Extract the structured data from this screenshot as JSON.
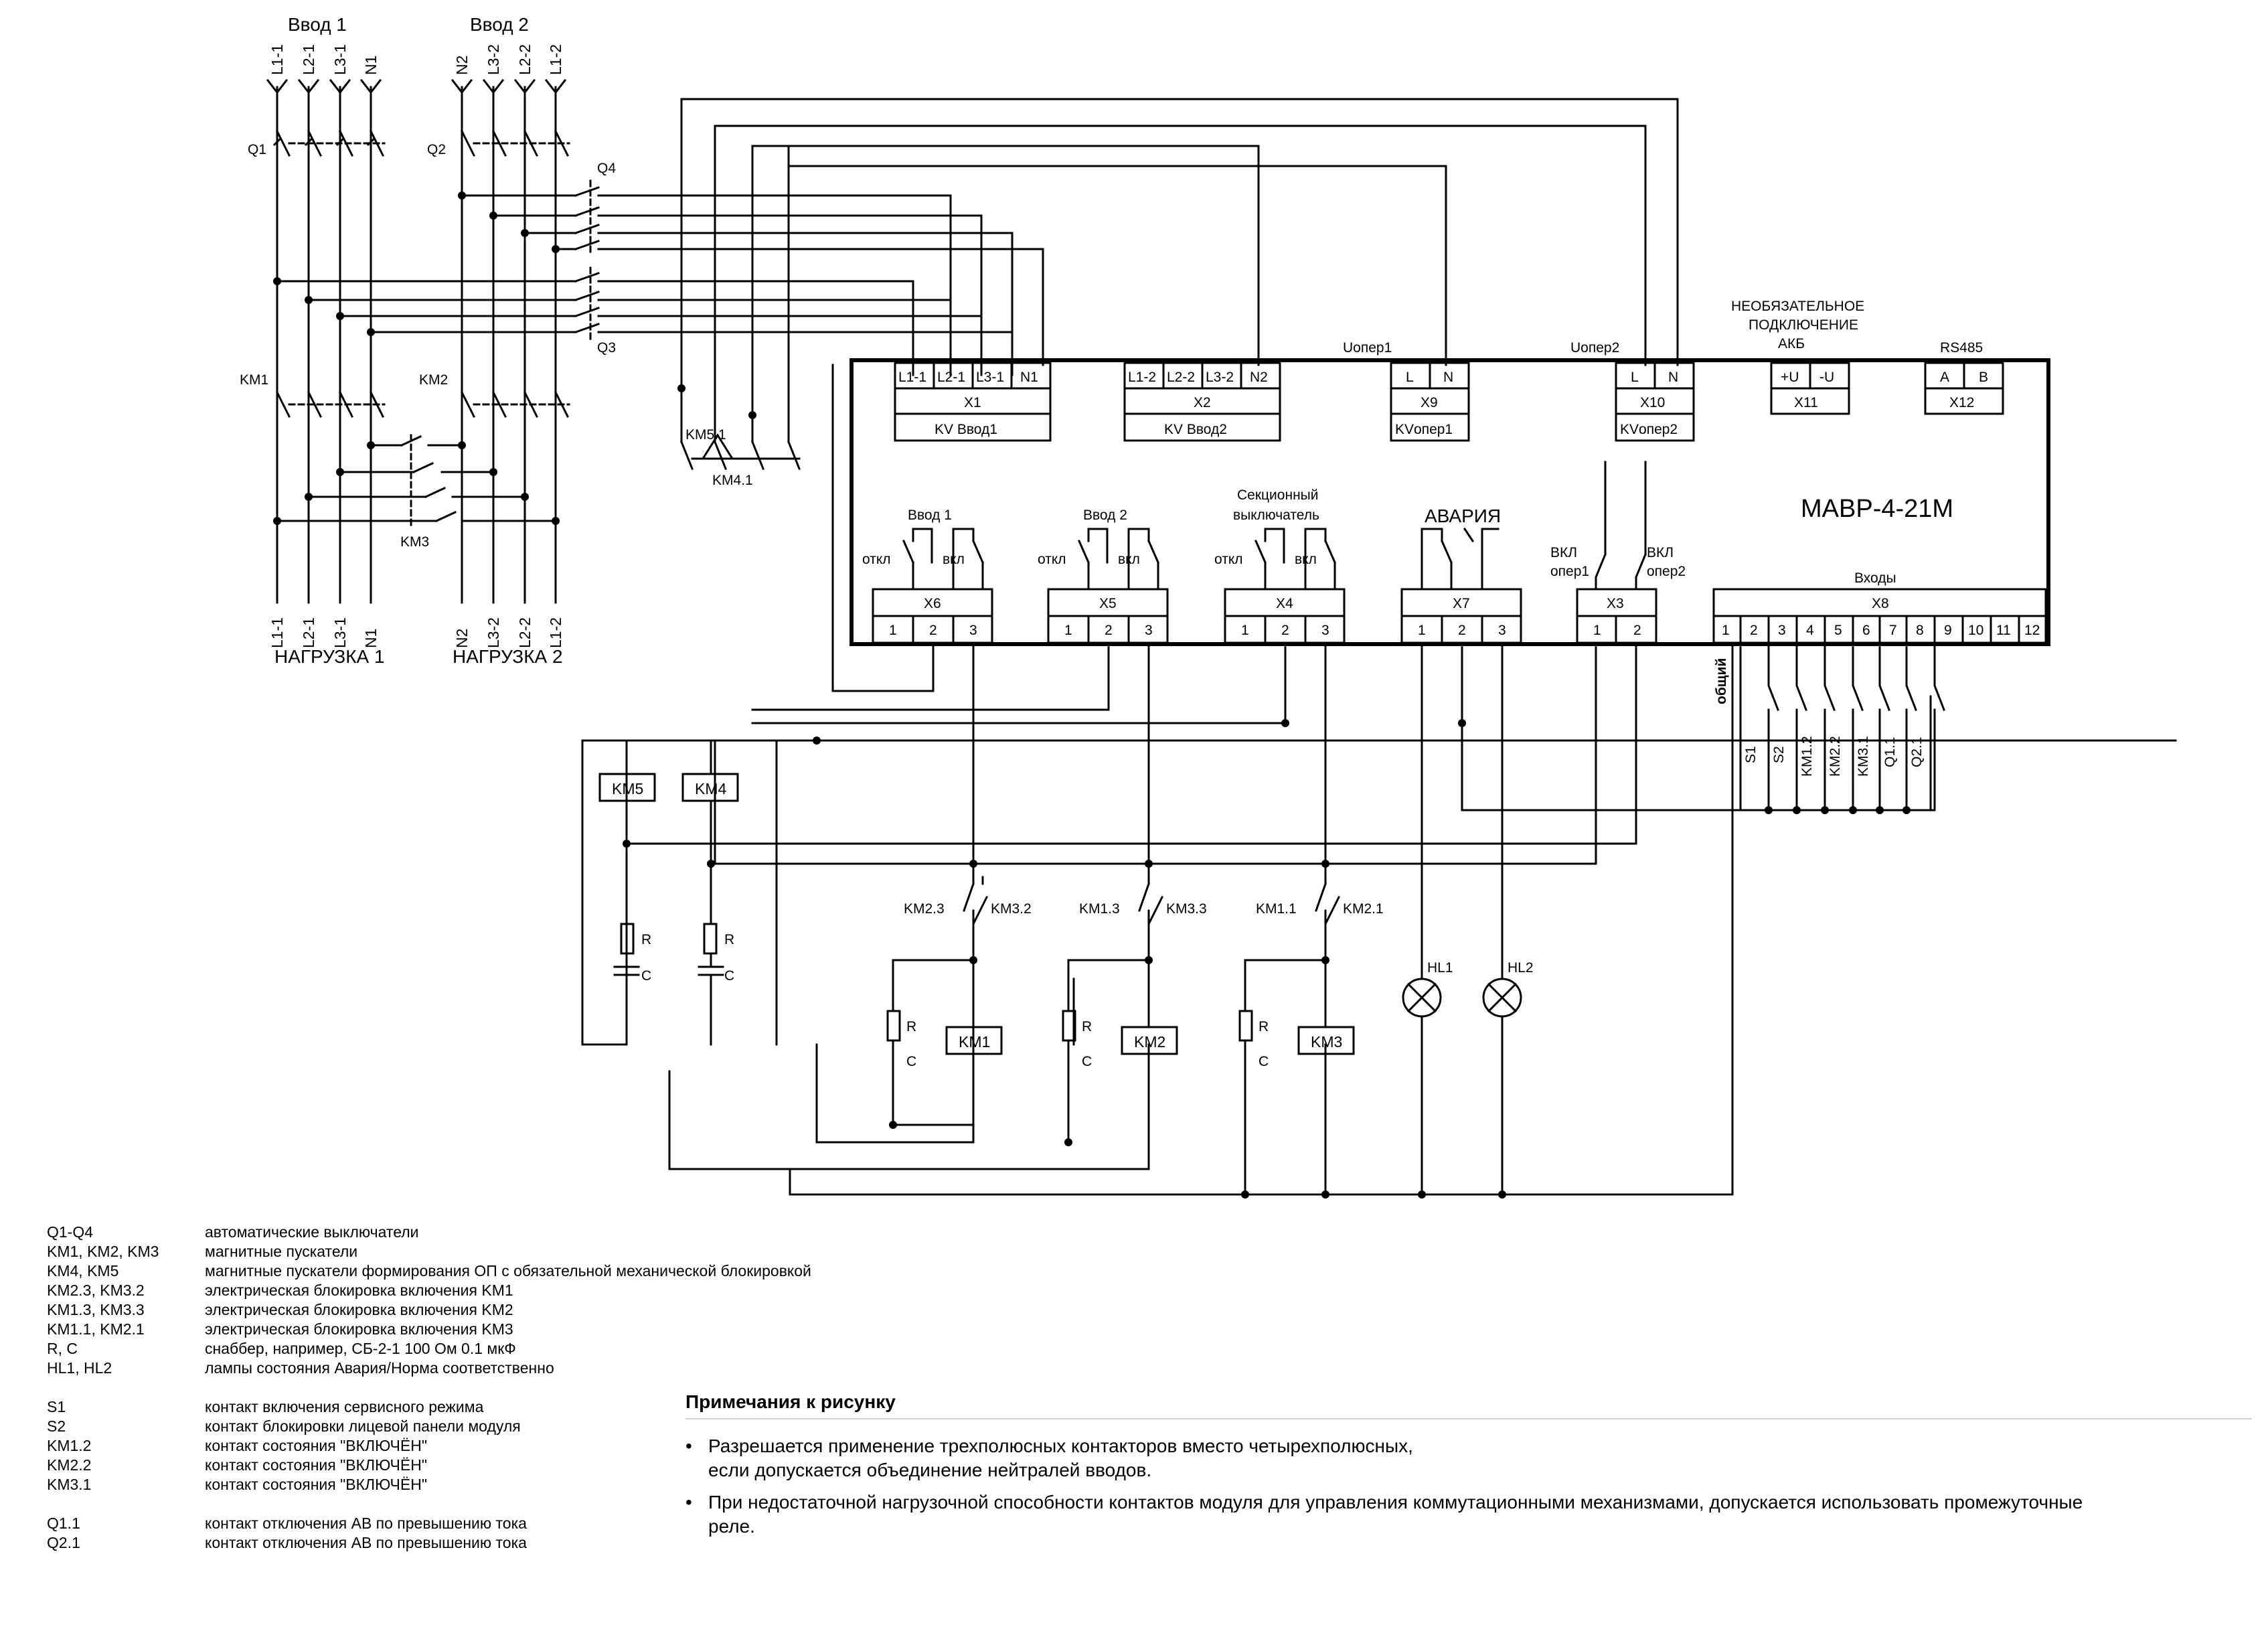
{
  "inputs": {
    "vvod1_title": "Ввод 1",
    "vvod2_title": "Ввод 2",
    "vvod1_lines": [
      "L1-1",
      "L2-1",
      "L3-1",
      "N1"
    ],
    "vvod2_lines": [
      "N2",
      "L3-2",
      "L2-2",
      "L1-2"
    ]
  },
  "loads": {
    "load1_lines": [
      "L1-1",
      "L2-1",
      "L3-1",
      "N1"
    ],
    "load2_lines": [
      "N2",
      "L3-2",
      "L2-2",
      "L1-2"
    ],
    "load1_title": "НАГРУЗКА 1",
    "load2_title": "НАГРУЗКА 2"
  },
  "devices": {
    "q1": "Q1",
    "q2": "Q2",
    "q3": "Q3",
    "q4": "Q4",
    "km1": "KM1",
    "km2": "KM2",
    "km3": "KM3",
    "km4": "KM4",
    "km5": "KM5",
    "km5_1": "KM5.1",
    "km4_1": "KM4.1",
    "r": "R",
    "c": "C",
    "hl1": "HL1",
    "hl2": "HL2"
  },
  "module": {
    "title": "МАВР-4-21М",
    "uoper1": "Uопер1",
    "uoper2": "Uопер2",
    "akb_note": [
      "НЕОБЯЗАТЕЛЬНОЕ",
      "ПОДКЛЮЧЕНИЕ",
      "АКБ"
    ],
    "rs485": "RS485",
    "x1": {
      "pins": [
        "L1-1",
        "L2-1",
        "L3-1",
        "N1"
      ],
      "name": "X1",
      "label": "KV Ввод1"
    },
    "x2": {
      "pins": [
        "L1-2",
        "L2-2",
        "L3-2",
        "N2"
      ],
      "name": "X2",
      "label": "KV Ввод2"
    },
    "x9": {
      "pins": [
        "L",
        "N"
      ],
      "name": "X9",
      "label": "KVопер1"
    },
    "x10": {
      "pins": [
        "L",
        "N"
      ],
      "name": "X10",
      "label": "KVопер2"
    },
    "x11": {
      "pins": [
        "+U",
        "-U"
      ],
      "name": "X11"
    },
    "x12": {
      "pins": [
        "A",
        "B"
      ],
      "name": "X12"
    },
    "x6": {
      "name": "X6",
      "title": "Ввод 1",
      "off": "откл",
      "on": "вкл",
      "pins": [
        "1",
        "2",
        "3"
      ]
    },
    "x5": {
      "name": "X5",
      "title": "Ввод 2",
      "off": "откл",
      "on": "вкл",
      "pins": [
        "1",
        "2",
        "3"
      ]
    },
    "x4": {
      "name": "X4",
      "title_lines": [
        "Секционный",
        "выключатель"
      ],
      "off": "откл",
      "on": "вкл",
      "pins": [
        "1",
        "2",
        "3"
      ]
    },
    "x7": {
      "name": "X7",
      "title": "АВАРИЯ",
      "pins": [
        "1",
        "2",
        "3"
      ]
    },
    "x3": {
      "name": "X3",
      "left_lines": [
        "ВКЛ",
        "опер1"
      ],
      "right_lines": [
        "ВКЛ",
        "опер2"
      ],
      "pins": [
        "1",
        "2"
      ]
    },
    "x8": {
      "name": "X8",
      "title": "Входы",
      "pins": [
        "1",
        "2",
        "3",
        "4",
        "5",
        "6",
        "7",
        "8",
        "9",
        "10",
        "11",
        "12"
      ]
    },
    "x8_common": "общий",
    "x8_contacts": [
      "S1",
      "S2",
      "KM1.2",
      "KM2.2",
      "KM3.1",
      "Q1.1",
      "Q2.1"
    ]
  },
  "interlocks": {
    "pair1": [
      "KM2.3",
      "KM3.2"
    ],
    "pair2": [
      "KM1.3",
      "KM3.3"
    ],
    "pair3": [
      "KM1.1",
      "KM2.1"
    ],
    "coils": [
      "KM1",
      "KM2",
      "KM3"
    ]
  },
  "legend": [
    {
      "code": "Q1-Q4",
      "desc": "автоматические выключатели"
    },
    {
      "code": "KM1, KM2, KM3",
      "desc": "магнитные пускатели"
    },
    {
      "code": "KM4, KM5",
      "desc": "магнитные пускатели формирования ОП с обязательной механической блокировкой"
    },
    {
      "code": "KM2.3, KM3.2",
      "desc": "электрическая блокировка включения KM1"
    },
    {
      "code": "KM1.3, KM3.3",
      "desc": "электрическая блокировка включения KM2"
    },
    {
      "code": "KM1.1, KM2.1",
      "desc": "электрическая блокировка включения KM3"
    },
    {
      "code": "R, C",
      "desc": "снаббер, например, СБ-2-1 100 Ом 0.1 мкФ"
    },
    {
      "code": "HL1, HL2",
      "desc": "лампы состояния Авария/Норма соответственно"
    },
    {
      "gap": true
    },
    {
      "code": "S1",
      "desc": "контакт включения сервисного режима"
    },
    {
      "code": "S2",
      "desc": "контакт блокировки лицевой панели модуля"
    },
    {
      "code": "KM1.2",
      "desc": "контакт состояния \"ВКЛЮЧЁН\""
    },
    {
      "code": "KM2.2",
      "desc": "контакт состояния \"ВКЛЮЧЁН\""
    },
    {
      "code": "KM3.1",
      "desc": "контакт состояния \"ВКЛЮЧЁН\""
    },
    {
      "gap": true
    },
    {
      "code": "Q1.1",
      "desc": "контакт отключения АВ по превышению тока"
    },
    {
      "code": "Q2.1",
      "desc": "контакт отключения АВ по превышению тока"
    }
  ],
  "notes": {
    "title": "Примечания к рисунку",
    "items": [
      [
        "Разрешается применение трехполюсных контакторов  вместо четырехполюсных,",
        "если допускается объединение нейтралей вводов."
      ],
      [
        "При недостаточной нагрузочной способности контактов модуля для управления коммутационными механизмами, допускается использовать промежуточные",
        "реле."
      ]
    ]
  }
}
